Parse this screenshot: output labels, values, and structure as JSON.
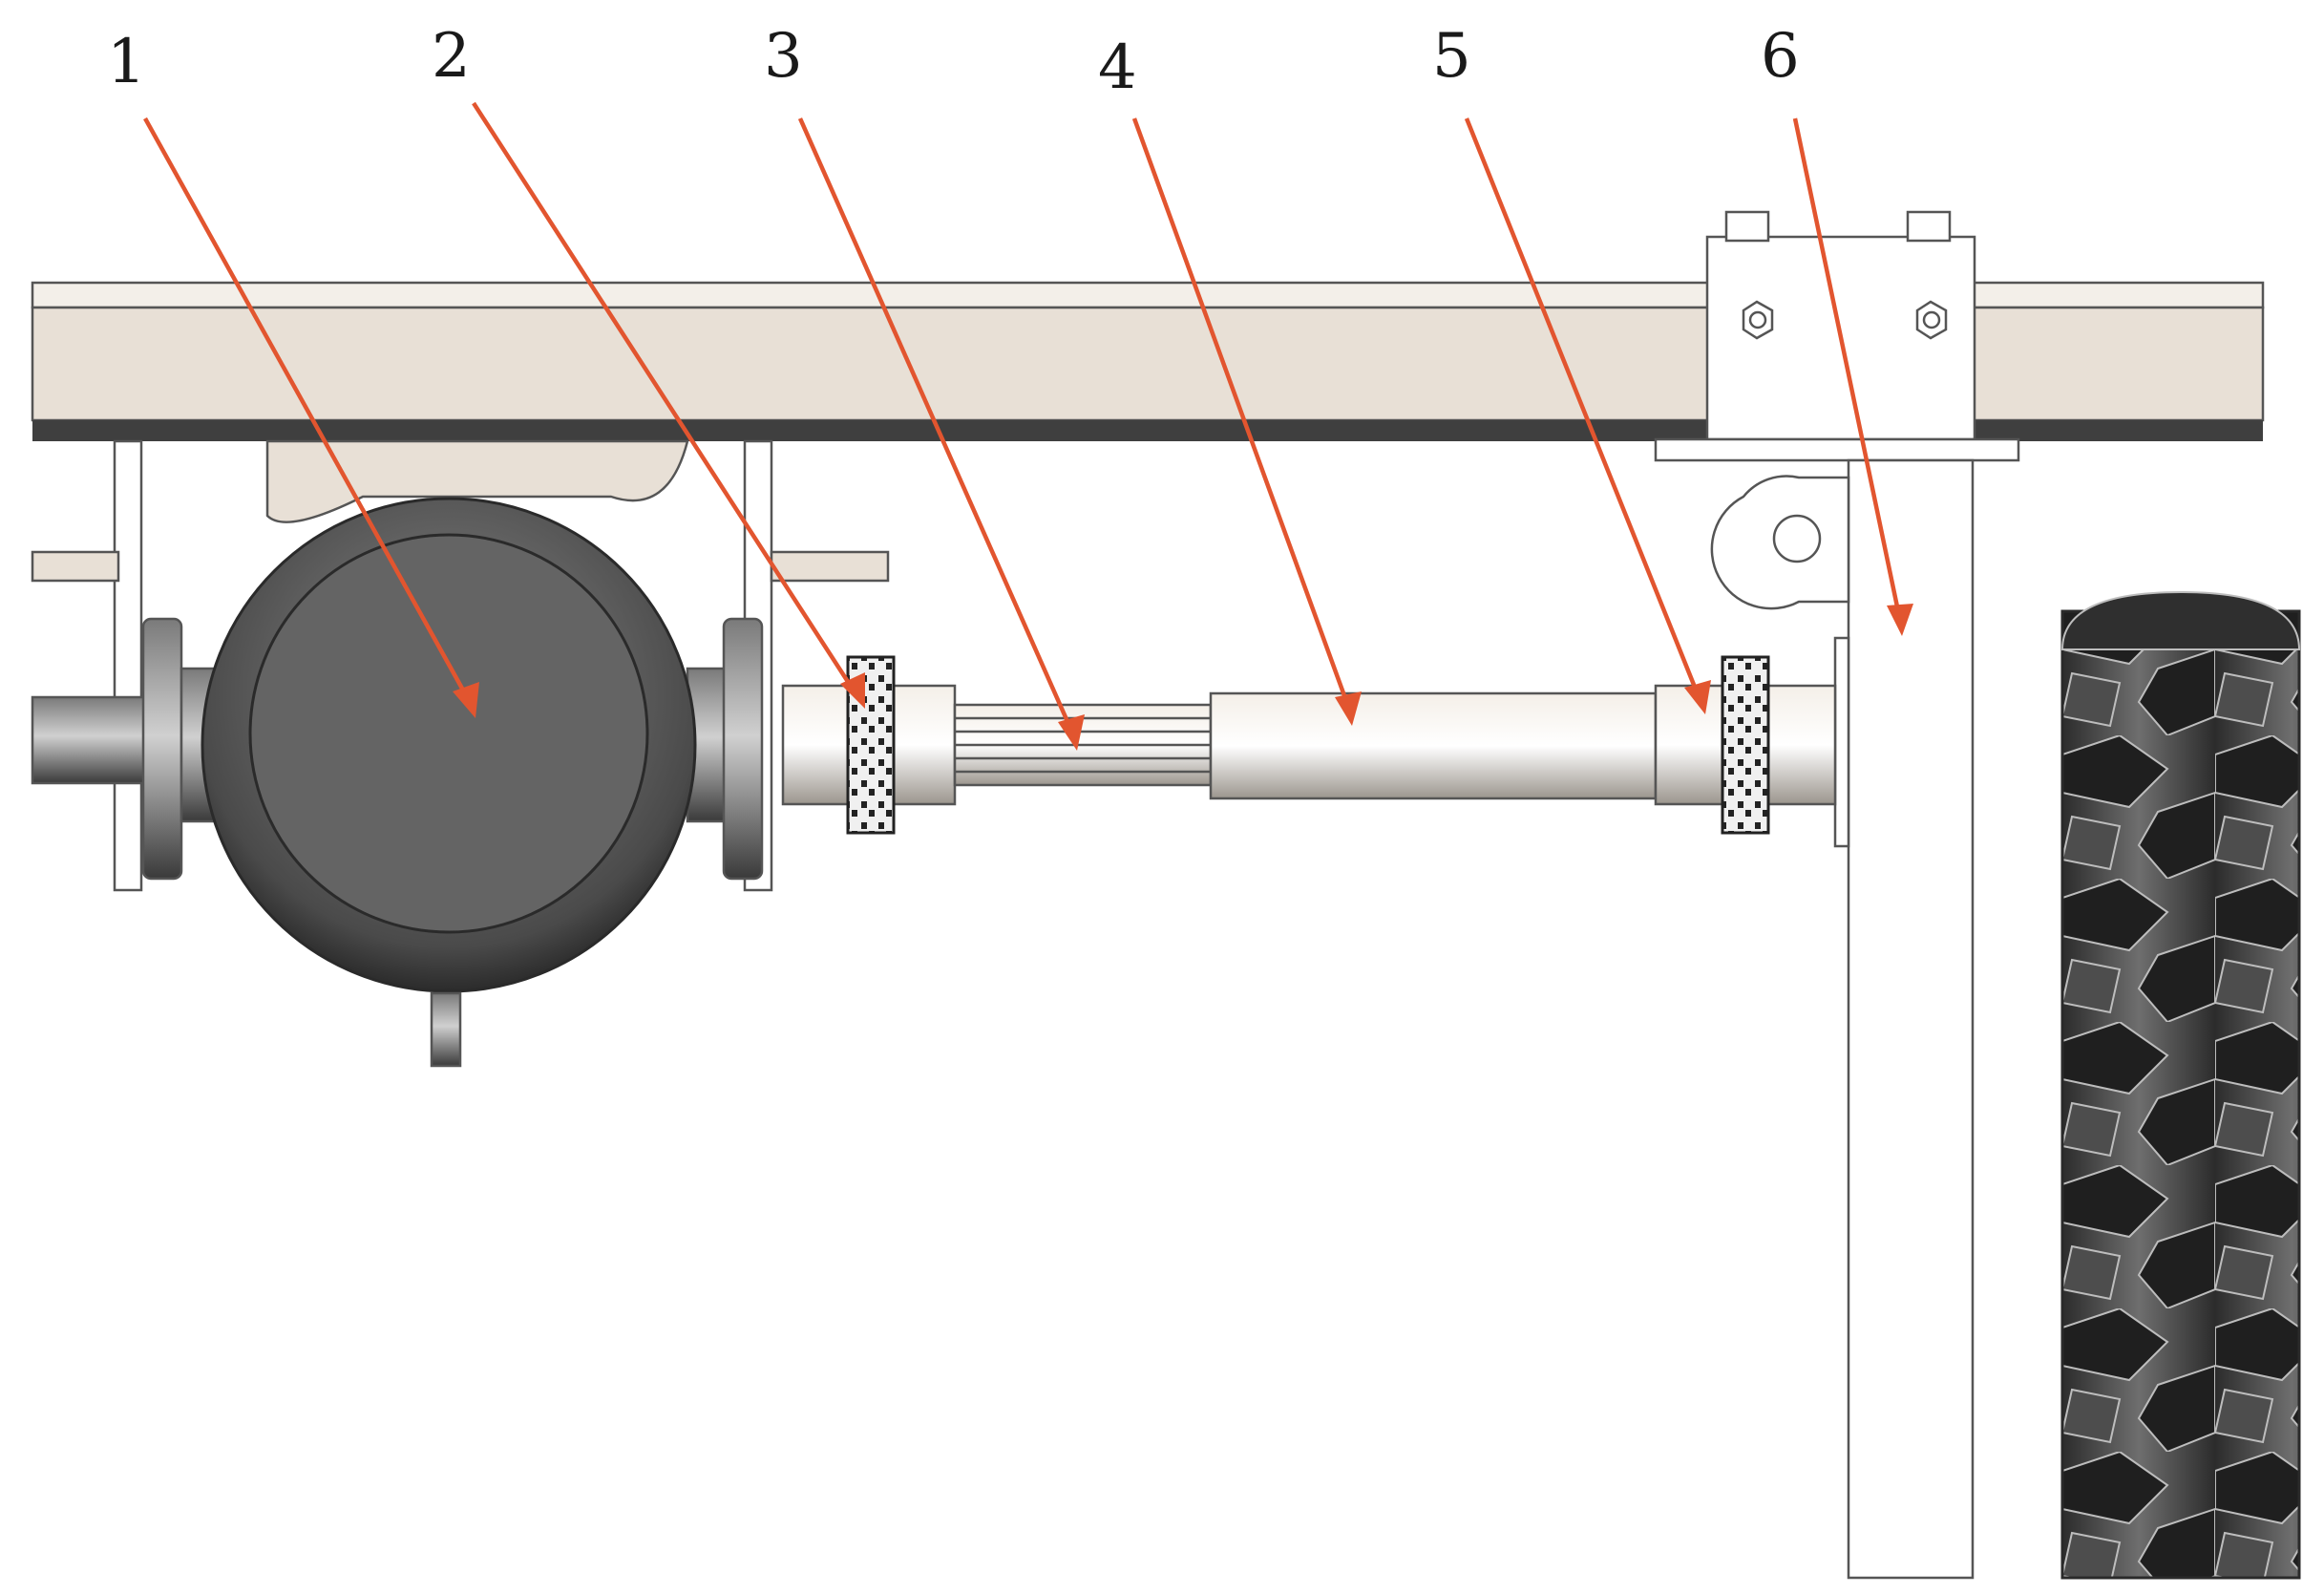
{
  "callouts": [
    {
      "id": "1",
      "label": "1"
    },
    {
      "id": "2",
      "label": "2"
    },
    {
      "id": "3",
      "label": "3"
    },
    {
      "id": "4",
      "label": "4"
    },
    {
      "id": "5",
      "label": "5"
    },
    {
      "id": "6",
      "label": "6"
    }
  ],
  "colors": {
    "beam": "#e8e0d6",
    "motor_housing": "#5e5e5e",
    "metal_light": "#ddd6cc",
    "tire": "#3a3a3a",
    "leader_line": "#e2552f",
    "outline": "#555555"
  }
}
